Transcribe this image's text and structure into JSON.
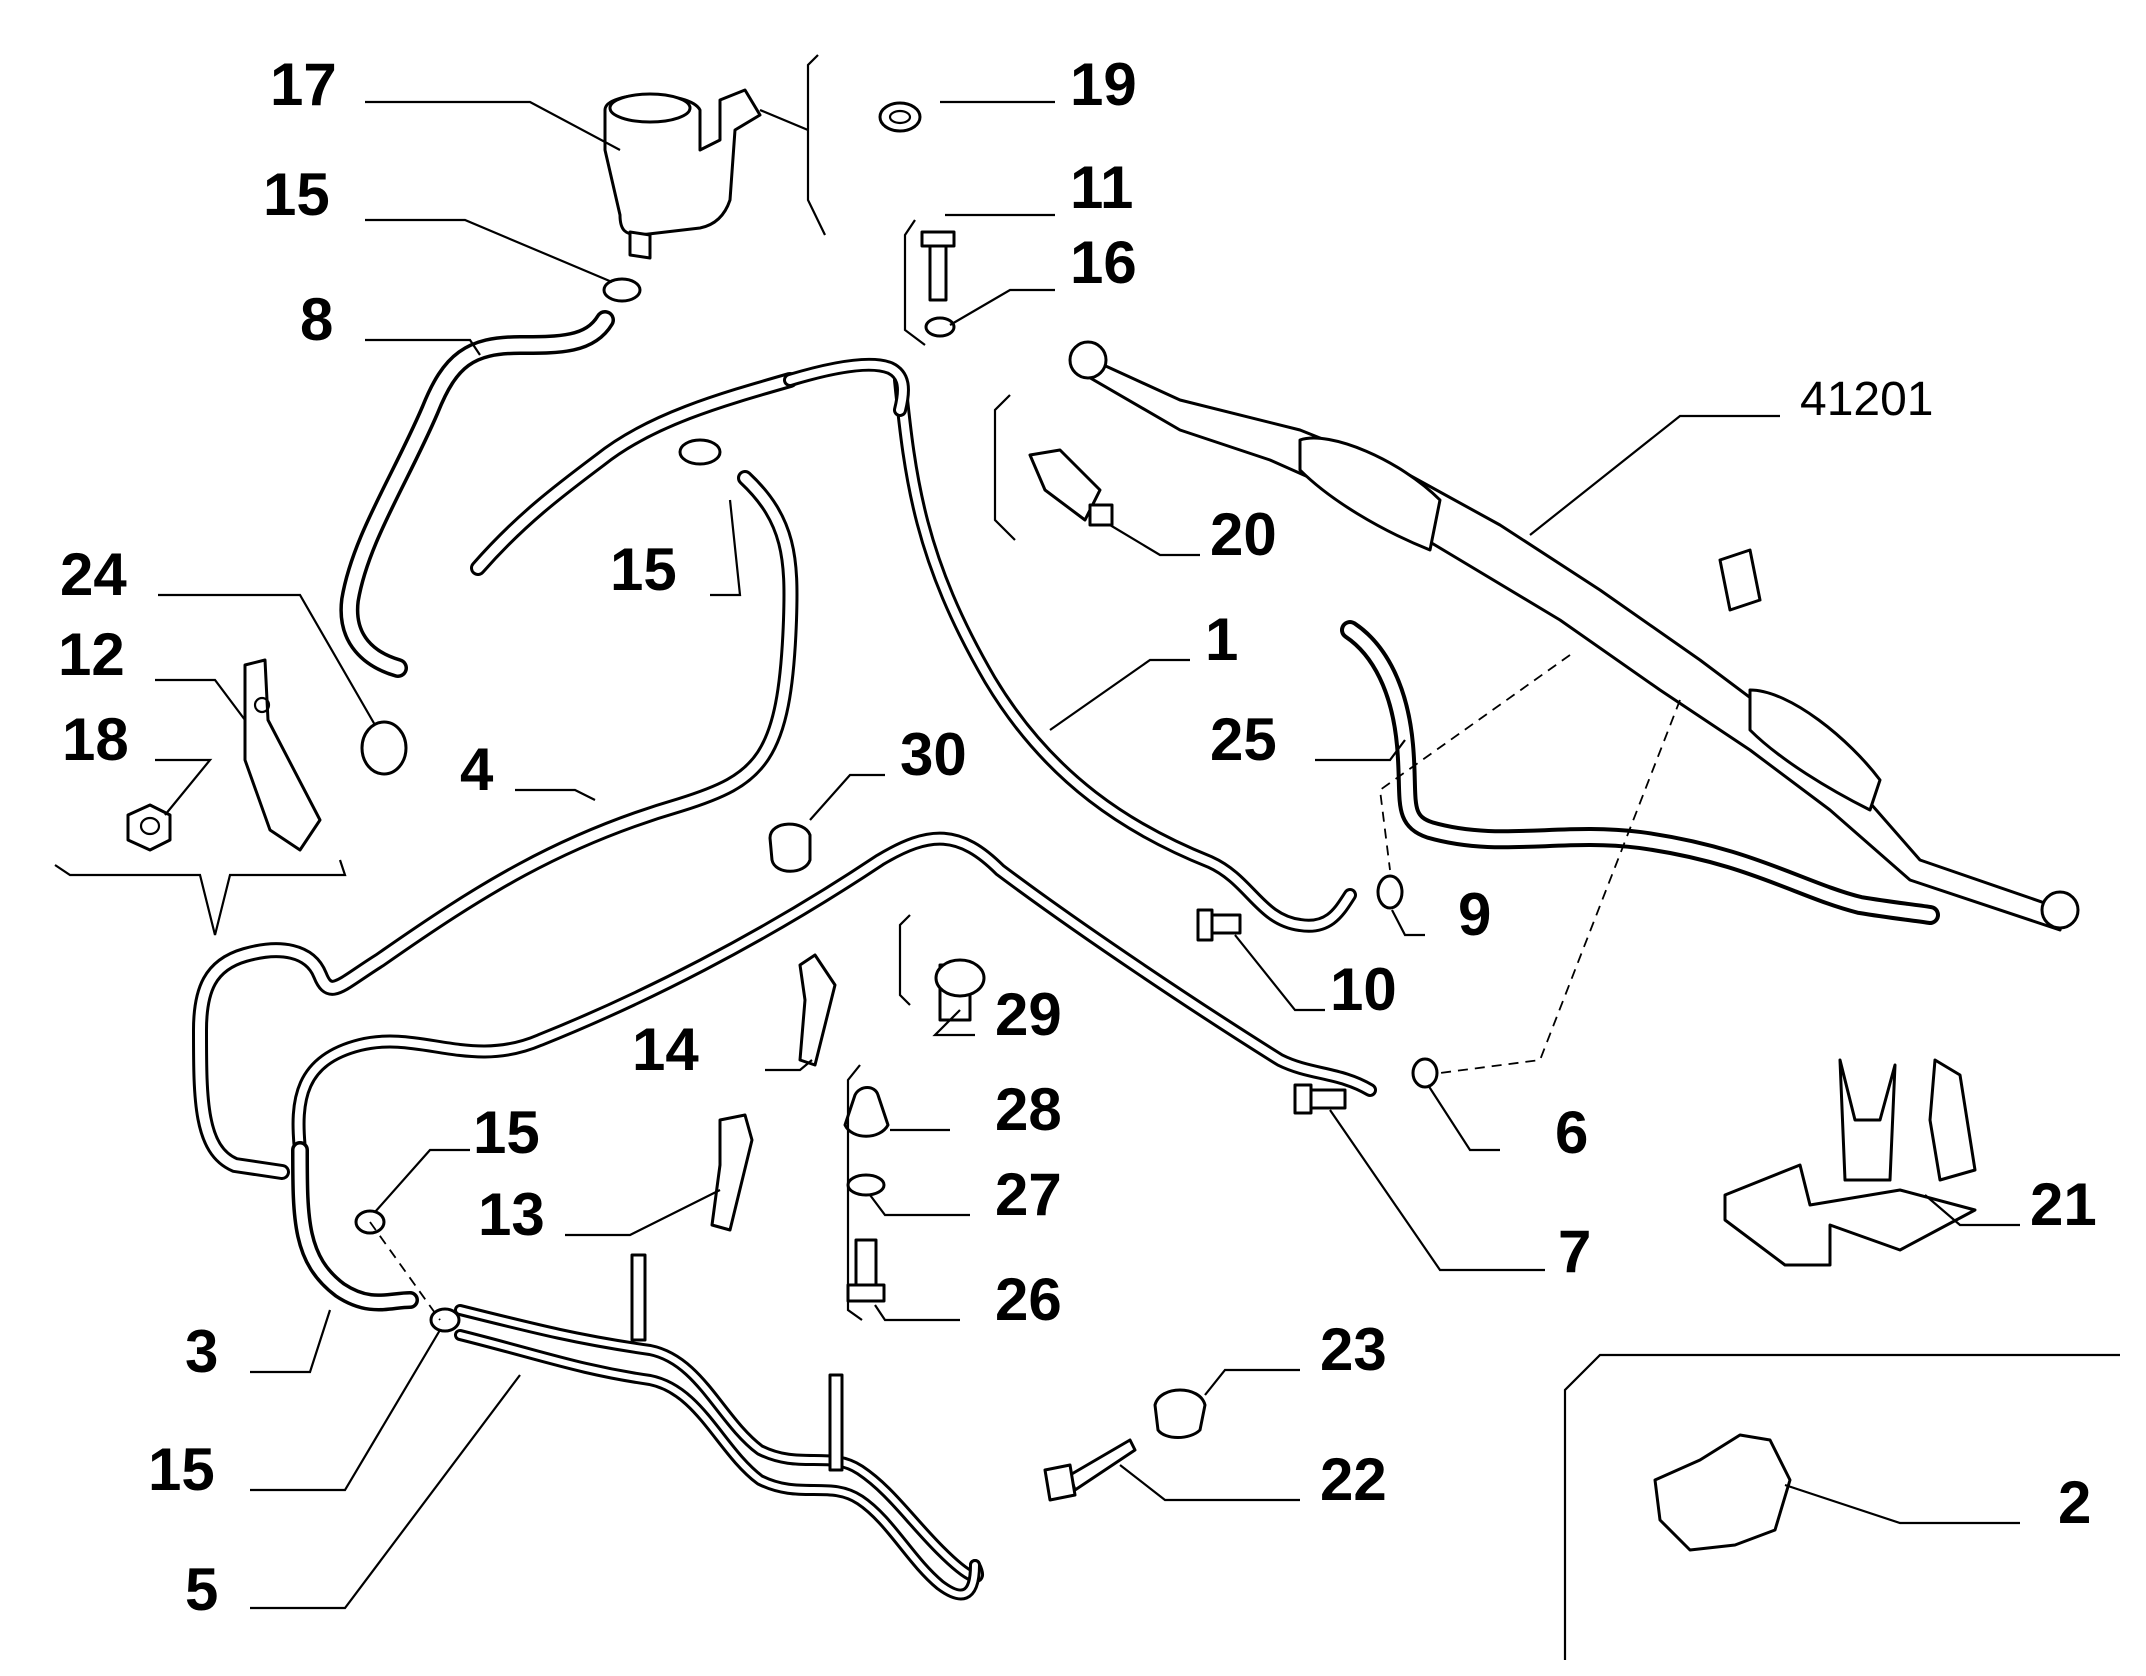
{
  "labels": [
    {
      "id": "17",
      "text": "17"
    },
    {
      "id": "19",
      "text": "19"
    },
    {
      "id": "15a",
      "text": "15"
    },
    {
      "id": "11",
      "text": "11"
    },
    {
      "id": "16",
      "text": "16"
    },
    {
      "id": "8",
      "text": "8"
    },
    {
      "id": "41201",
      "text": "41201"
    },
    {
      "id": "20",
      "text": "20"
    },
    {
      "id": "15b",
      "text": "15"
    },
    {
      "id": "24",
      "text": "24"
    },
    {
      "id": "12",
      "text": "12"
    },
    {
      "id": "1",
      "text": "1"
    },
    {
      "id": "18",
      "text": "18"
    },
    {
      "id": "25",
      "text": "25"
    },
    {
      "id": "4",
      "text": "4"
    },
    {
      "id": "30",
      "text": "30"
    },
    {
      "id": "9",
      "text": "9"
    },
    {
      "id": "10",
      "text": "10"
    },
    {
      "id": "29",
      "text": "29"
    },
    {
      "id": "14",
      "text": "14"
    },
    {
      "id": "28",
      "text": "28"
    },
    {
      "id": "6",
      "text": "6"
    },
    {
      "id": "15c",
      "text": "15"
    },
    {
      "id": "21",
      "text": "21"
    },
    {
      "id": "13",
      "text": "13"
    },
    {
      "id": "27",
      "text": "27"
    },
    {
      "id": "7",
      "text": "7"
    },
    {
      "id": "26",
      "text": "26"
    },
    {
      "id": "3",
      "text": "3"
    },
    {
      "id": "23",
      "text": "23"
    },
    {
      "id": "15d",
      "text": "15"
    },
    {
      "id": "22",
      "text": "22"
    },
    {
      "id": "2",
      "text": "2"
    },
    {
      "id": "5",
      "text": "5"
    }
  ]
}
